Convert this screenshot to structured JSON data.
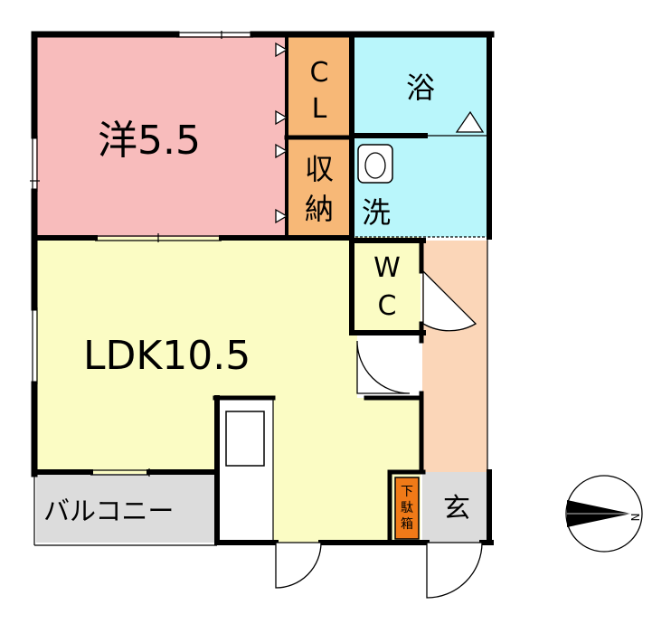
{
  "rooms": {
    "western_room": "洋5.5",
    "closet_cl_top": "C",
    "closet_cl_bottom": "L",
    "bath": "浴",
    "storage_top": "収",
    "storage_bottom": "納",
    "washroom": "洗",
    "wc_top": "W",
    "wc_bottom": "C",
    "ldk": "LDK10.5",
    "balcony": "バルコニー",
    "entrance": "玄",
    "shoe_box_1": "下",
    "shoe_box_2": "駄",
    "shoe_box_3": "箱"
  },
  "compass": {
    "label": "N"
  },
  "colors": {
    "western_room": "#f8bcbc",
    "closet": "#f7b877",
    "wet_area": "#b9f6fb",
    "ldk": "#fbfcc4",
    "hallway": "#fbd6b8",
    "balcony": "#dcdcdc",
    "shoe_box": "#f07a18",
    "wall": "#000000"
  }
}
